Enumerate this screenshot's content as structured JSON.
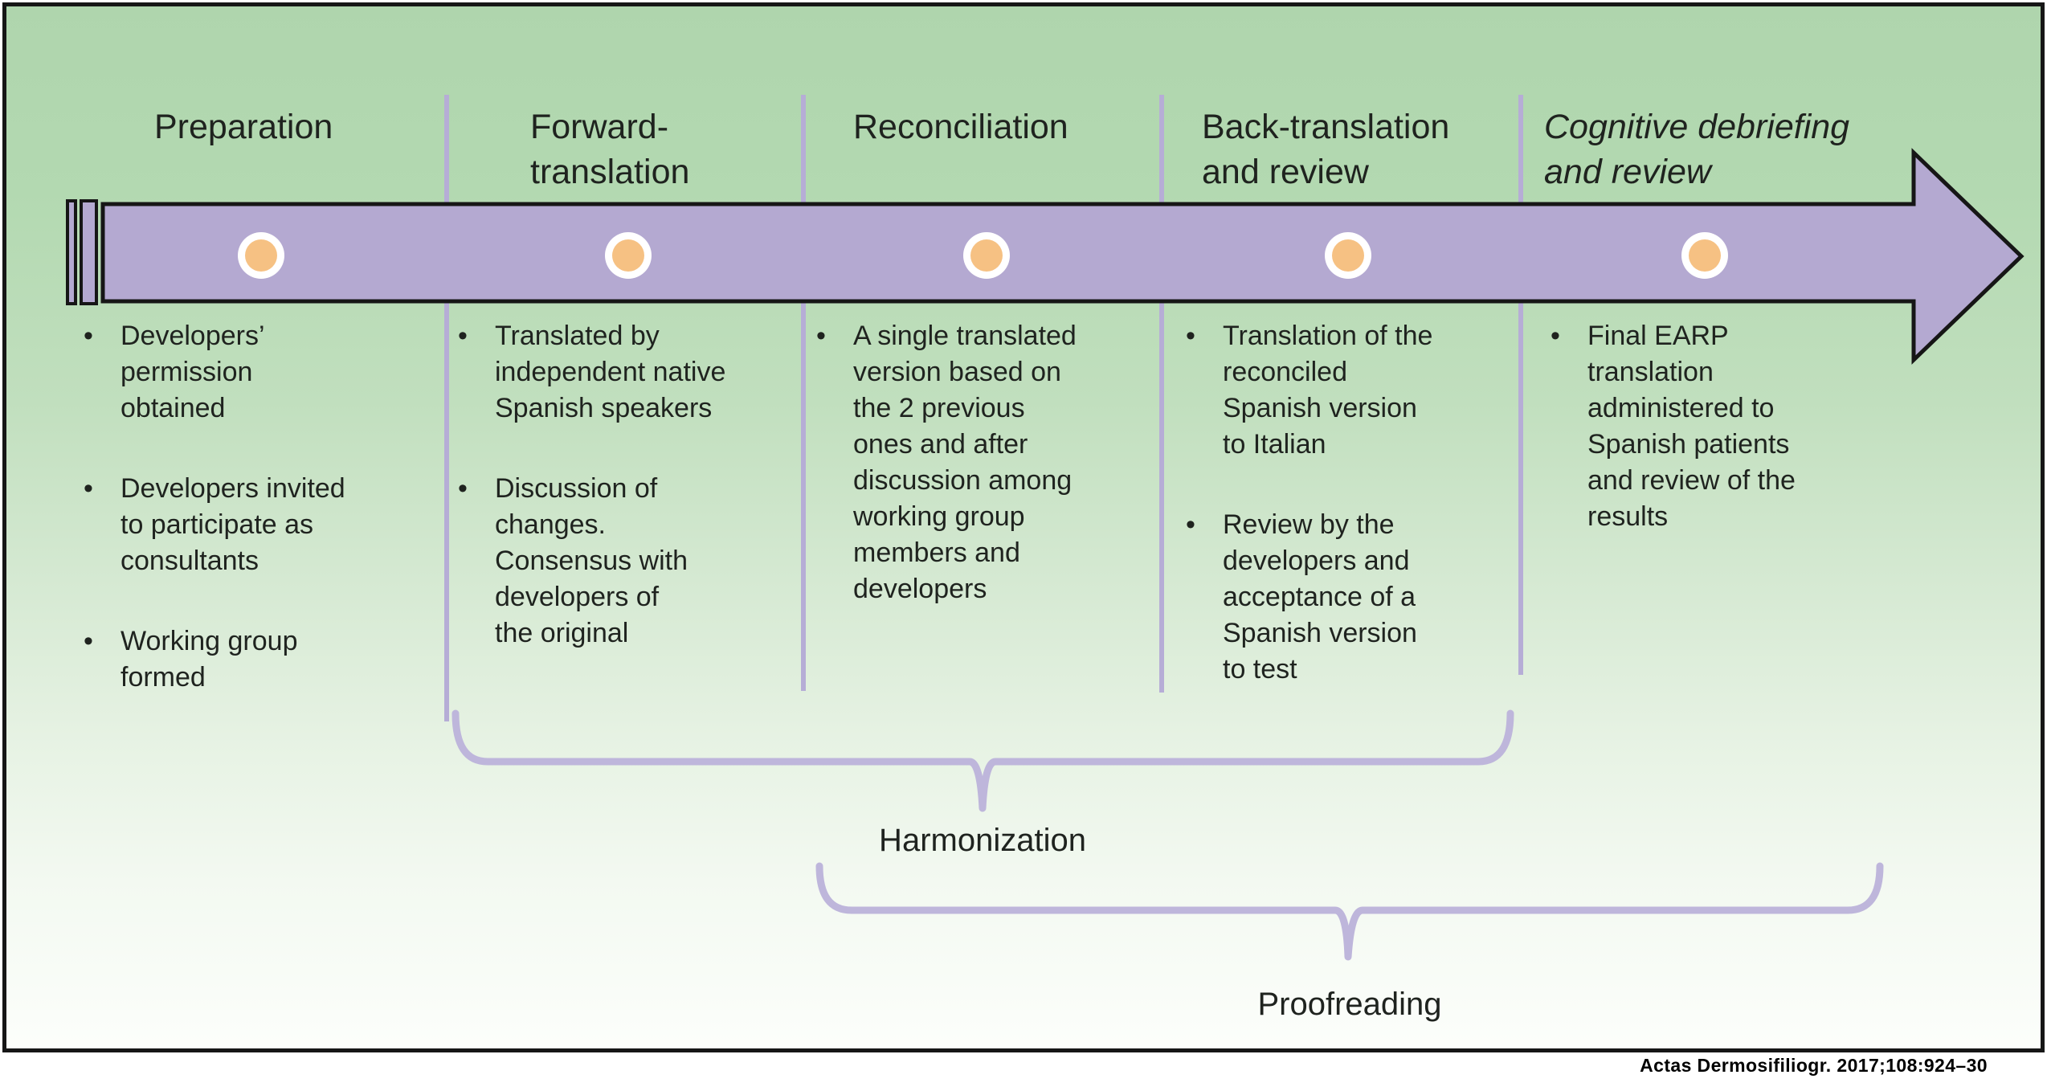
{
  "colors": {
    "background_green": "#b2d8b0",
    "arrow_purple": "#b4a9d1",
    "divider_purple": "#b6add6",
    "brace_purple": "#beb6db",
    "dot_orange": "#f6c183",
    "text": "#1f231f"
  },
  "glyphs": {
    "bullet": "•"
  },
  "stages": [
    {
      "title": "Preparation",
      "italic": false,
      "bullets": [
        "Developers’\npermission\nobtained",
        "Developers invited\nto participate as\nconsultants",
        "Working group\nformed"
      ]
    },
    {
      "title": "Forward-\ntranslation",
      "italic": false,
      "bullets": [
        "Translated by\nindependent native\nSpanish speakers",
        "Discussion of\nchanges.\nConsensus with\ndevelopers of\nthe original"
      ]
    },
    {
      "title": "Reconciliation",
      "italic": false,
      "bullets": [
        "A single translated\nversion based on\nthe 2 previous\nones and after\ndiscussion among\nworking group\nmembers and\ndevelopers"
      ]
    },
    {
      "title": "Back-translation\nand review",
      "italic": false,
      "bullets": [
        "Translation of the\nreconciled\nSpanish version\nto Italian",
        "Review by the\ndevelopers and\nacceptance of a\nSpanish version\nto test"
      ]
    },
    {
      "title": "Cognitive debriefing\nand review",
      "italic": true,
      "bullets": [
        "Final EARP\ntranslation\nadministered to\nSpanish patients\nand review of the\nresults"
      ]
    }
  ],
  "braces": [
    {
      "label": "Harmonization"
    },
    {
      "label": "Proofreading"
    }
  ],
  "citation": "Actas Dermosifiliogr. 2017;108:924–30"
}
